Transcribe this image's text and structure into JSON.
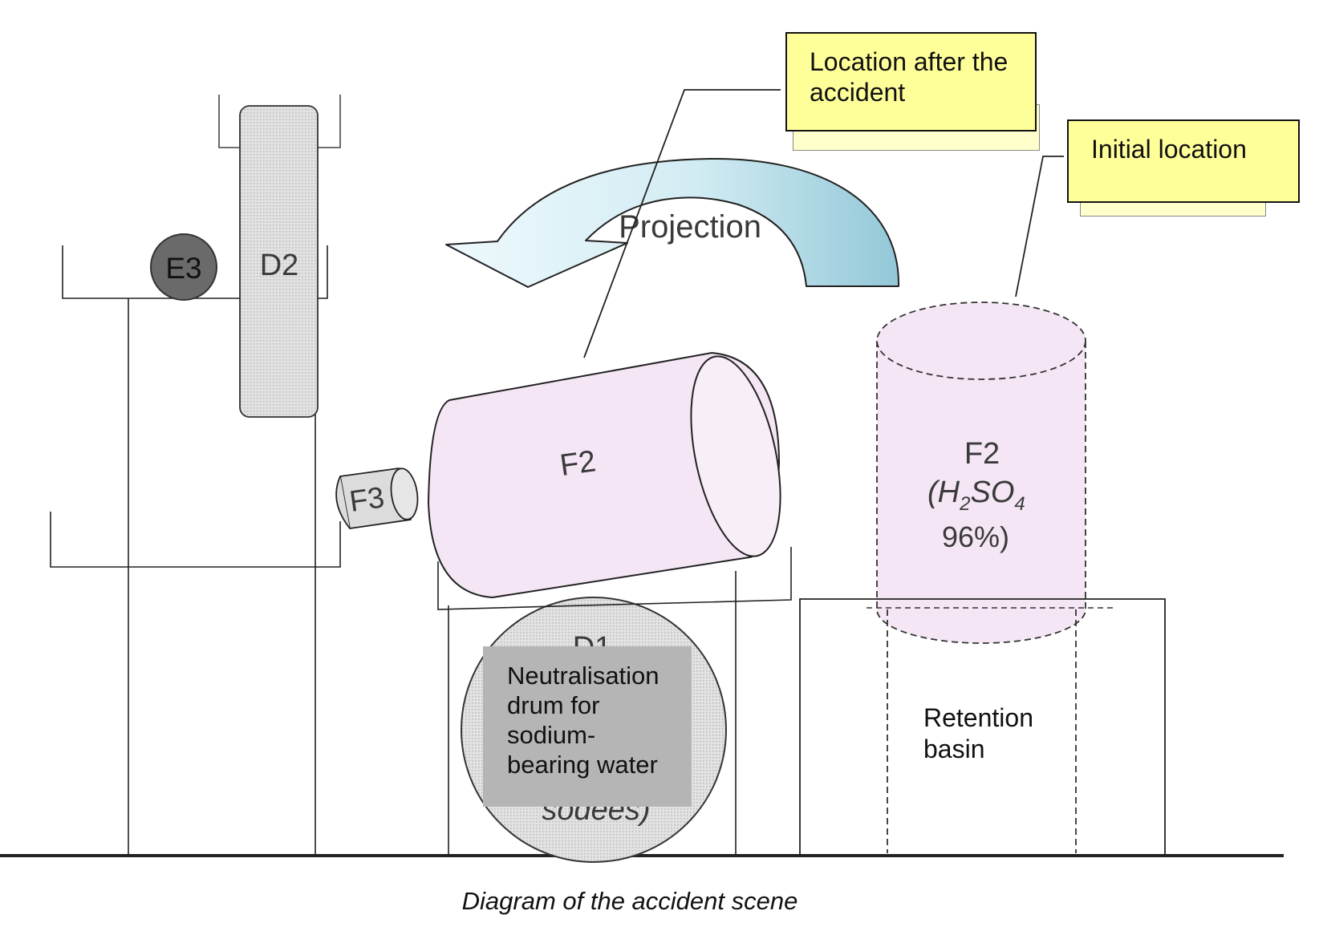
{
  "labels": {
    "e3": "E3",
    "d2": "D2",
    "f3": "F3",
    "f2_after": "F2",
    "f2_initial": "F2",
    "h2so4_open": "(H",
    "h2so4_sub2": "2",
    "h2so4_so": "SO",
    "h2so4_sub4": "4",
    "concentration": "96%)",
    "d1_partial": "D1",
    "sodees_partial": "sodees)",
    "projection": "Projection"
  },
  "notes": {
    "after_accident": "Location after the accident",
    "initial_location": "Initial location"
  },
  "neutralisation_box": "Neutralisation drum for sodium-bearing water",
  "retention_basin": "Retention basin",
  "caption": "Diagram of the accident scene",
  "colors": {
    "note_fill": "#ffff99",
    "drum_pink": "#f4e6f4",
    "arrow_light": "#e6f5fa",
    "arrow_dark": "#a7d3e0",
    "e3_fill": "#6a6a6a",
    "d2_fill": "#e8e8e8",
    "grey_box": "#b5b5b5"
  }
}
